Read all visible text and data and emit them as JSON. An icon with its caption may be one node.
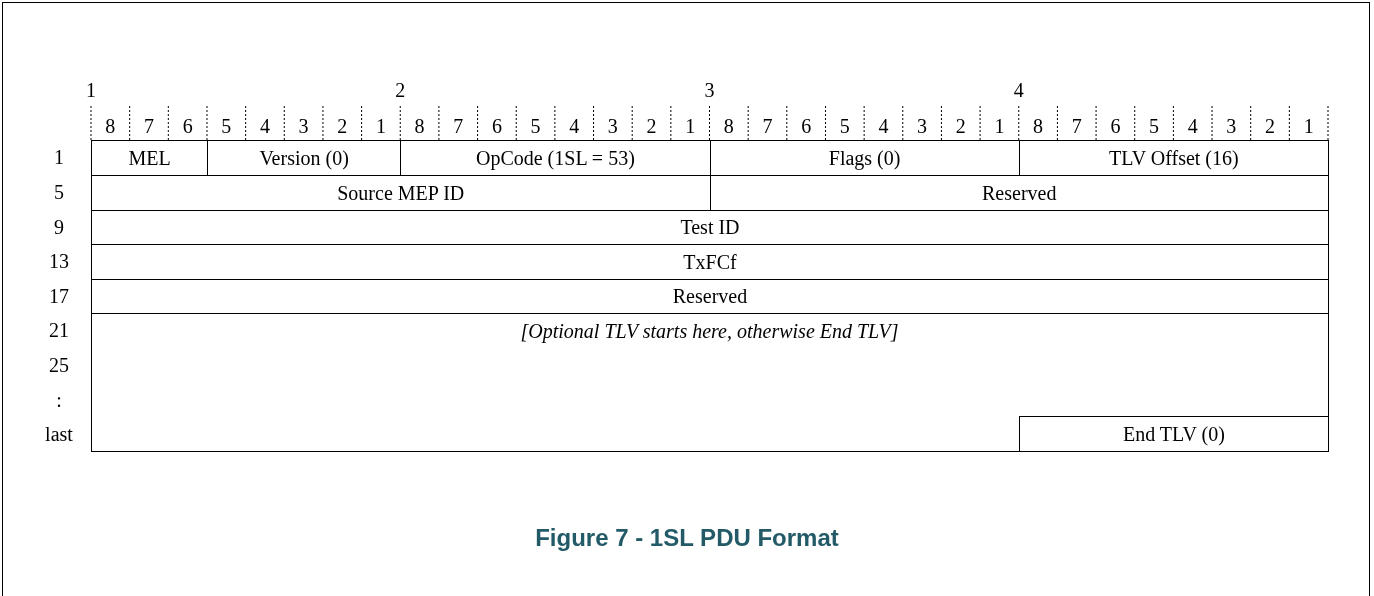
{
  "diagram": {
    "caption": "Figure 7 - 1SL PDU Format",
    "labels": [
      "1",
      "2",
      "3",
      "4",
      "8",
      "7",
      "6",
      "5",
      "4",
      "3",
      "2",
      "1",
      "8",
      "7",
      "6",
      "5",
      "4",
      "3",
      "2",
      "1",
      "8",
      "7",
      "6",
      "5",
      "4",
      "3",
      "2",
      "1",
      "8",
      "7",
      "6",
      "5",
      "4",
      "3",
      "2",
      "1",
      "1",
      "MEL",
      "Version (0)",
      "OpCode (1SL = 53)",
      "Flags (0)",
      "TLV Offset (16)",
      "5",
      "Source MEP ID",
      "Reserved",
      "9",
      "Test ID",
      "13",
      "TxFCf",
      "17",
      "Reserved",
      "21",
      "[Optional TLV starts here, otherwise End TLV]",
      "25",
      ":",
      "last",
      "End TLV (0)"
    ]
  }
}
